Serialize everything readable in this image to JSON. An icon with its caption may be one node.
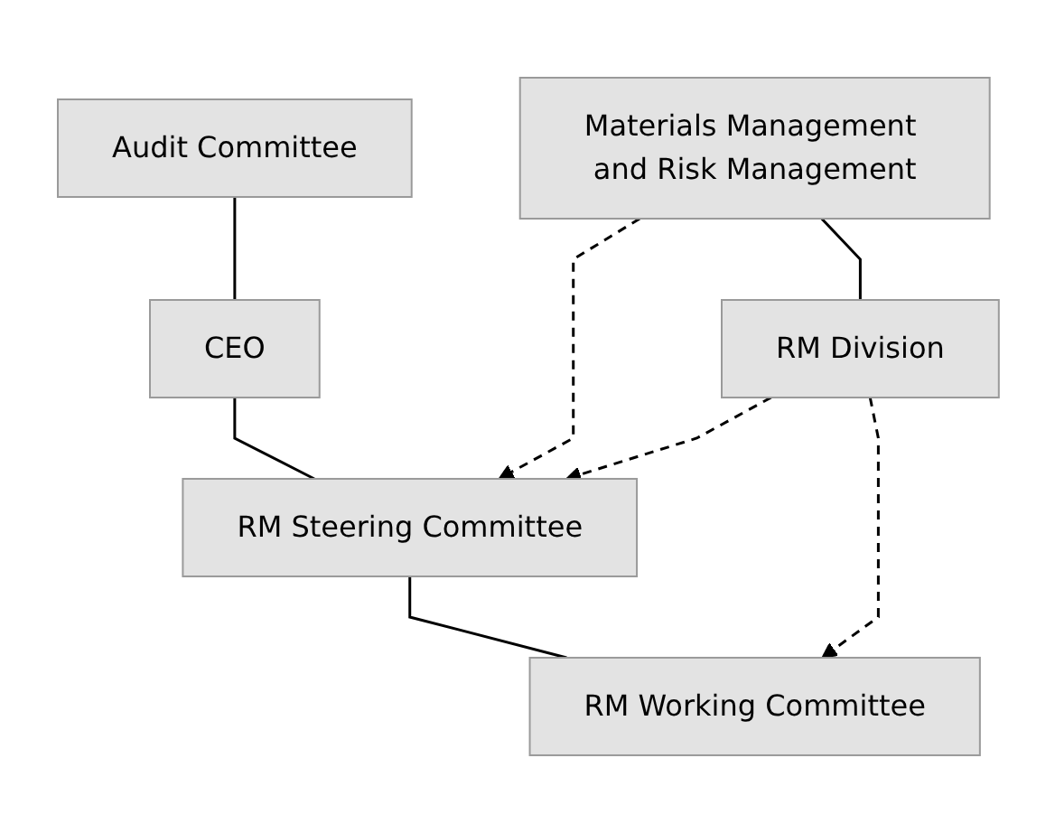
{
  "diagram": {
    "nodes": [
      {
        "text": [
          "Audit Committee"
        ]
      },
      {
        "text": [
          "CEO"
        ]
      },
      {
        "text": [
          "RM Steering Committee"
        ]
      },
      {
        "text": [
          "Materials Management and Risk Management"
        ]
      },
      {
        "text": [
          "RM Working Committee"
        ]
      },
      {
        "text": [
          "RM Division"
        ]
      }
    ],
    "edges": [
      {
        "from": 0,
        "to": 1,
        "arrow": "none"
      },
      {
        "from": 1,
        "to": 2,
        "arrow": "none"
      },
      {
        "from": 3,
        "to": 2,
        "arrow": "to",
        "style": "dashed"
      },
      {
        "from": 2,
        "to": 4,
        "arrow": "none"
      },
      {
        "from": 3,
        "to": 5,
        "arrow": "none"
      },
      {
        "from": 5,
        "to": 2,
        "arrow": "to",
        "style": "dashed"
      },
      {
        "from": 5,
        "to": 4,
        "arrow": "to",
        "style": "dashed"
      }
    ]
  }
}
